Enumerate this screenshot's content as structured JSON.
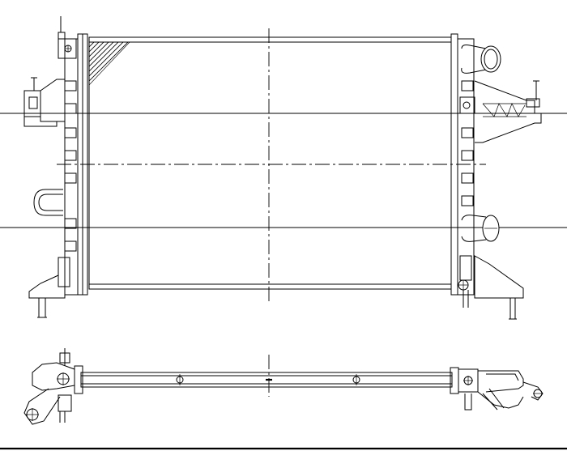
{
  "drawing": {
    "subject": "radiator",
    "views": [
      "front-view",
      "top-view"
    ],
    "colors": {
      "line": "#000000",
      "background": "#ffffff"
    }
  }
}
